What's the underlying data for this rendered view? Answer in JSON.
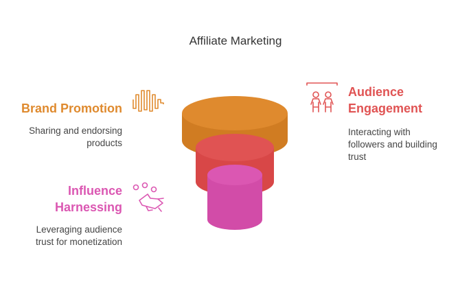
{
  "title": "Affiliate Marketing",
  "colors": {
    "brand_promotion": "#DF8A2E",
    "audience_engagement": "#E05353",
    "influence_harnessing": "#DB57B2"
  },
  "items": [
    {
      "key": "brand_promotion",
      "heading": "Brand Promotion",
      "description_lines": [
        "Sharing and endorsing",
        "products"
      ],
      "icon": "sound-wave-icon"
    },
    {
      "key": "audience_engagement",
      "heading_lines": [
        "Audience",
        "Engagement"
      ],
      "description_lines": [
        "Interacting with",
        "followers and building",
        "trust"
      ],
      "icon": "people-icon"
    },
    {
      "key": "influence_harnessing",
      "heading_lines": [
        "Influence",
        "Harnessing"
      ],
      "description_lines": [
        "Leveraging audience",
        "trust for monetization"
      ],
      "icon": "megaphone-icon"
    }
  ]
}
